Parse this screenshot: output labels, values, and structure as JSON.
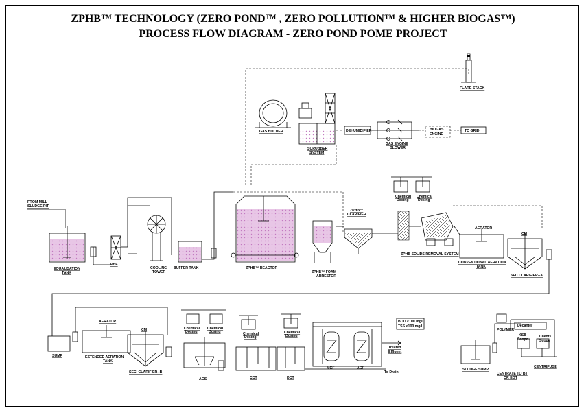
{
  "title": {
    "line1": "ZPHB™ TECHNOLOGY (ZERO POND™ , ZERO POLLUTION™ & HIGHER BIOGAS™)",
    "line2": "PROCESS FLOW DIAGRAM - ZERO POND POME PROJECT"
  },
  "labels": {
    "flare_stack": "FLARE STACK",
    "gas_holder": "GAS HOLDER",
    "scrubber_1": "SCRUBBER",
    "scrubber_2": "SYSTEM",
    "dehumidifier": "DEHUMIDIFIER",
    "gas_engine": "GAS ENGINE",
    "blower": "BLOWER",
    "biogas_1": "BIOGAS",
    "biogas_2": "ENGINE",
    "to_grid": "TO GRID",
    "from_mill_1": "FROM MILL",
    "from_mill_2": "SLUDGE PIT",
    "equalisation_1": "EQUALISATION",
    "equalisation_2": "TANK",
    "phe": "PHE",
    "cooling_1": "COOLING",
    "cooling_2": "TOWER",
    "buffer_tank": "BUFFER TANK",
    "reactor": "ZPHB™ REACTOR",
    "foam_1": "ZPHB™ FOAM",
    "foam_2": "ARRESTOR",
    "clarifier_1": "ZPHB™",
    "clarifier_2": "CLARIFIER",
    "chem_dosing_a": "Chemical",
    "chem_dosing_b": "Dosing",
    "solids_removal": "ZPHB SOLIDS REMOVAL SYSTEM",
    "aerator": "AERATOR",
    "cm": "CM",
    "conv_aeration_1": "CONVENTIONAL AERATION",
    "conv_aeration_2": "TANK",
    "sec_clarifier_a": "SEC.CLARIFIER--A",
    "sump": "SUMP",
    "ext_aeration_1": "EXTENDED AERATION",
    "ext_aeration_2": "TANK",
    "sec_clarifier_b": "SEC. CLARIFIER--B",
    "ags": "AGS",
    "cct": "CCT",
    "dct": "DCT",
    "mgf": "MGF",
    "acf": "ACF",
    "bod": "BOD <100 mg/L",
    "tss": "TSS <100 mg/L",
    "treated_1": "Treated",
    "treated_2": "Effluent",
    "to_drain": "To Drain",
    "sludge_sump": "SLUDGE SUMP",
    "centrate_1": "CENTRATE TO BT",
    "centrate_2": "OR EQT",
    "centrifuge": "CENTRIFUGE",
    "decanter": "Decanter",
    "polymer": "POLYMER",
    "ksb_1": "KSB",
    "ksb_2": "Scope",
    "clients_1": "Clients",
    "clients_2": "Scope"
  }
}
